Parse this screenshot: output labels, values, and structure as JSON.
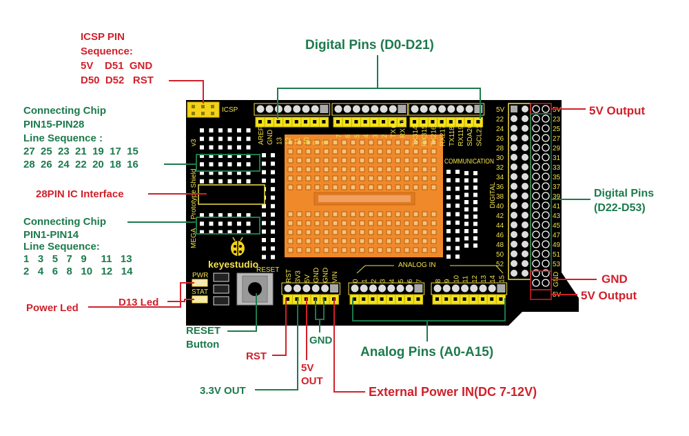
{
  "colors": {
    "red_label": "#d0202a",
    "green_label": "#1c7a4c",
    "board": "#000000",
    "silkscreen": "#f3e14a",
    "protoboard": "#f0892a"
  },
  "annotations": {
    "icsp": [
      "ICSP PIN",
      "Sequence:",
      "5V    D51  GND",
      "D50  D52   RST"
    ],
    "chip_top": [
      "Connecting Chip",
      "PIN15-PIN28",
      "Line Sequence :",
      "27  25  23  21  19  17  15",
      "28  26  24  22  20  18  16"
    ],
    "ic_interface": "28PIN IC Interface",
    "chip_bottom": [
      "Connecting Chip",
      "PIN1-PIN14",
      "Line Sequence:",
      "1   3   5   7   9     11   13",
      "2   4   6   8   10   12   14"
    ],
    "power_led": "Power Led",
    "d13_led": "D13 Led",
    "reset_button": [
      "RESET",
      "Button"
    ],
    "rst": "RST",
    "out_3v3": "3.3V OUT",
    "out_5v": [
      "5V",
      "OUT"
    ],
    "gnd_bottom": "GND",
    "external_power": "External Power IN(DC 7-12V)",
    "analog_pins": "Analog Pins (A0-A15)",
    "digital_top": "Digital Pins (D0-D21)",
    "out_5v_top": "5V Output",
    "digital_right": [
      "Digital Pins",
      "(D22-D53)"
    ],
    "gnd_right": "GND",
    "out_5v_bottom": "5V Output"
  },
  "board": {
    "icsp_label": "ICSP",
    "brand": "keyestudio",
    "version": "v3",
    "name": "Prototype Shield",
    "mega": "MEGA",
    "reset_silk": "RESET",
    "pwr": "PWR",
    "stat": "STAT",
    "analog_in": "ANALOG IN",
    "digital_silk": "DIGITAL",
    "communication": "COMMUNICATION",
    "header1_labels": [
      "AREF",
      "GND",
      "13",
      "12",
      "11",
      "10",
      "9",
      "8"
    ],
    "header2_labels": [
      "7",
      "6",
      "5",
      "4",
      "3",
      "2",
      "TX►1",
      "RX◄0"
    ],
    "header3_labels": [
      "TX314",
      "RX315",
      "TX216",
      "RX217",
      "TX118",
      "RX119",
      "SDA20",
      "SCL21"
    ],
    "power_labels": [
      "RST",
      "3V3",
      "5V",
      "GND",
      "GND",
      "VIN"
    ],
    "analog1_labels": [
      "0",
      "1",
      "2",
      "3",
      "4",
      "5",
      "6",
      "7"
    ],
    "analog2_labels": [
      "8",
      "9",
      "10",
      "11",
      "12",
      "13",
      "14",
      "15"
    ],
    "right_even_labels": [
      "5V",
      "22",
      "24",
      "26",
      "28",
      "30",
      "32",
      "34",
      "36",
      "38",
      "40",
      "42",
      "44",
      "46",
      "48",
      "50",
      "52"
    ],
    "right_odd_labels": [
      "5V",
      "23",
      "25",
      "27",
      "29",
      "31",
      "33",
      "35",
      "37",
      "39",
      "41",
      "43",
      "45",
      "47",
      "49",
      "51",
      "53",
      "GND",
      "5V"
    ]
  }
}
